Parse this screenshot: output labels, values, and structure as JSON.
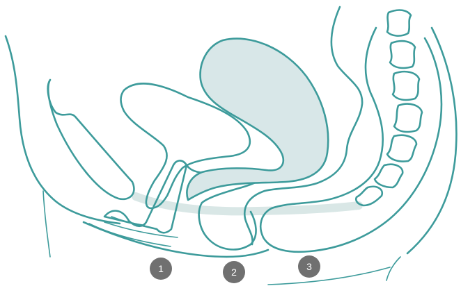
{
  "colors": {
    "stroke": "#3d9b9b",
    "fill": "#d8e7e8",
    "floor": "#d9e7e6",
    "marker": "#707070"
  },
  "markers": [
    {
      "label": "1"
    },
    {
      "label": "2"
    },
    {
      "label": "3"
    }
  ]
}
